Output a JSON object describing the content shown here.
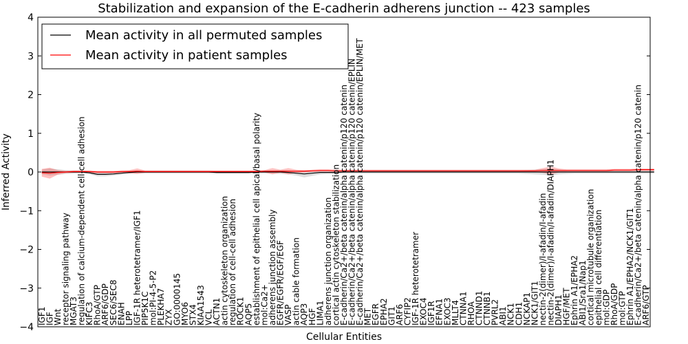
{
  "chart_data": {
    "type": "line",
    "title": "Stabilization and expansion of the E-cadherin adherens junction -- 423 samples",
    "xlabel": "Cellular Entities",
    "ylabel": "Inferred Activity",
    "ylim": [
      -4,
      4
    ],
    "yticks": [
      -4,
      -3,
      -2,
      -1,
      0,
      1,
      2,
      3,
      4
    ],
    "grid": false,
    "legend_position": "top-left",
    "categories": [
      "IGF1",
      "IGF",
      "Wnt",
      "receptor signaling pathway",
      "MGAT3",
      "regulation of calcium-dependent cell-cell adhesion",
      "KIFC3",
      "RhoA/GTP",
      "ARF6/GDP",
      "SEC6/SEC8",
      "ENAH",
      "LPP",
      "IGF-1R heterotetramer/IGF1",
      "PIP5K1C",
      "mol:PI-4-5-P2",
      "PLEKHA7",
      "ZYX",
      "GO:0000145",
      "MYO6",
      "STX4",
      "KIAA1543",
      "VCL",
      "ACTN1",
      "actin cytoskeleton organization",
      "regulation of cell-cell adhesion",
      "ROCK1",
      "AQP5",
      "establishment of epithelial cell apical/basal polarity",
      "mol:Ca2+",
      "adherens junction assembly",
      "EGFR/EGFR/EGF/EGF",
      "VASP",
      "actin cable formation",
      "AQP3",
      "HGF",
      "LIMA1",
      "adherens junction organization",
      "cortical actin cytoskeleton stabilization",
      "E-cadherin/Ca2+/beta catenin/alpha catenin/p120 catenin",
      "E-cadherin/Ca2+/beta catenin/alpha catenin/p120 catenin/EPLIN",
      "E-cadherin/Ca2+/beta catenin/alpha catenin/p120 catenin/EPLIN/MET",
      "MET",
      "EGFR",
      "EPHA2",
      "GIT1",
      "ARF6",
      "CYFIP2",
      "IGF-1R heterotetramer",
      "EXOC4",
      "IGF1R",
      "EFNA1",
      "EXOC3",
      "MLLT4",
      "CTNNA1",
      "RHOA",
      "CTNND1",
      "CTNNB1",
      "PVRL2",
      "ABI1",
      "NCK1",
      "CDH1",
      "NCKAP1",
      "NCK1/GIT1",
      "nectin-2(dimer)/I-afadin/I-afadin",
      "nectin-2(dimer)/I-afadin/I-afadin/DIAPH1",
      "DIAPH1",
      "HGF/MET",
      "Ephrin A1/EPHA2",
      "ABI1/Sra1/Nap1",
      "cortical microtubule organization",
      "epithelial cell differentiation",
      "mol:GDP",
      "RhoA/GDP",
      "mol:GTP",
      "Ephrin A1/EPHA2/NCK1/GIT1",
      "E-cadherin/Ca2+/beta catenin/alpha catenin/p120 catenin",
      "ARF6/GTP"
    ],
    "series": [
      {
        "name": "Mean activity in all permuted samples",
        "color": "#000000",
        "values": [
          0,
          0,
          0,
          0,
          0,
          0,
          -0.02,
          -0.06,
          -0.06,
          -0.05,
          -0.03,
          -0.01,
          0,
          0,
          0,
          0,
          0,
          0,
          0,
          0,
          0,
          0,
          -0.01,
          -0.01,
          -0.01,
          -0.01,
          -0.01,
          0,
          0,
          0,
          0,
          -0.01,
          -0.03,
          -0.05,
          -0.03,
          -0.01,
          -0.01,
          -0.01,
          0,
          0,
          0,
          0,
          0,
          0,
          0,
          0,
          0,
          0,
          0,
          0,
          0,
          0,
          0,
          0,
          0,
          0,
          0,
          0,
          0,
          0,
          0,
          0,
          0,
          0,
          0,
          0,
          0,
          0,
          0,
          0,
          0,
          0,
          0,
          0,
          0,
          0,
          0,
          0
        ],
        "band": [
          0.06,
          0.09,
          0.07,
          0.05,
          0.04,
          0.04,
          0.04,
          0.05,
          0.05,
          0.04,
          0.04,
          0.04,
          0.04,
          0.04,
          0.04,
          0.04,
          0.04,
          0.04,
          0.04,
          0.04,
          0.04,
          0.04,
          0.04,
          0.04,
          0.04,
          0.04,
          0.04,
          0.04,
          0.04,
          0.04,
          0.05,
          0.05,
          0.06,
          0.09,
          0.07,
          0.05,
          0.04,
          0.04,
          0.04,
          0.04,
          0.04,
          0.04,
          0.04,
          0.04,
          0.04,
          0.04,
          0.04,
          0.04,
          0.04,
          0.04,
          0.04,
          0.04,
          0.04,
          0.04,
          0.04,
          0.04,
          0.04,
          0.04,
          0.04,
          0.04,
          0.04,
          0.05,
          0.06,
          0.07,
          0.09,
          0.06,
          0.05,
          0.04,
          0.04,
          0.04,
          0.04,
          0.04,
          0.04,
          0.04,
          0.04,
          0.04,
          0.04,
          0.04
        ]
      },
      {
        "name": "Mean activity in patient samples",
        "color": "#ff0000",
        "values": [
          -0.02,
          -0.03,
          -0.01,
          0,
          0.01,
          0.01,
          0.01,
          0,
          0,
          0,
          0.01,
          0.01,
          0.02,
          0.01,
          0.01,
          0.01,
          0.01,
          0.01,
          0.01,
          0.01,
          0.01,
          0.01,
          0.01,
          0.01,
          0.01,
          0.01,
          0.01,
          0.01,
          0.02,
          0.02,
          0.02,
          0.02,
          0.02,
          0.02,
          0.03,
          0.04,
          0.04,
          0.03,
          0.03,
          0.03,
          0.03,
          0.03,
          0.03,
          0.03,
          0.03,
          0.03,
          0.03,
          0.03,
          0.03,
          0.03,
          0.03,
          0.03,
          0.03,
          0.03,
          0.03,
          0.03,
          0.03,
          0.03,
          0.03,
          0.03,
          0.03,
          0.03,
          0.03,
          0.04,
          0.04,
          0.04,
          0.04,
          0.04,
          0.04,
          0.04,
          0.04,
          0.04,
          0.05,
          0.05,
          0.05,
          0.06,
          0.06,
          0.06
        ],
        "band": [
          0.1,
          0.14,
          0.06,
          0.03,
          0.03,
          0.03,
          0.03,
          0.03,
          0.03,
          0.03,
          0.03,
          0.04,
          0.07,
          0.03,
          0.03,
          0.03,
          0.03,
          0.03,
          0.03,
          0.03,
          0.03,
          0.03,
          0.03,
          0.03,
          0.03,
          0.03,
          0.03,
          0.03,
          0.03,
          0.08,
          0.04,
          0.08,
          0.04,
          0.03,
          0.03,
          0.03,
          0.03,
          0.03,
          0.03,
          0.03,
          0.03,
          0.03,
          0.03,
          0.03,
          0.03,
          0.03,
          0.03,
          0.03,
          0.03,
          0.03,
          0.03,
          0.03,
          0.03,
          0.03,
          0.03,
          0.03,
          0.03,
          0.03,
          0.03,
          0.03,
          0.03,
          0.03,
          0.03,
          0.06,
          0.1,
          0.05,
          0.03,
          0.03,
          0.03,
          0.03,
          0.03,
          0.03,
          0.03,
          0.03,
          0.03,
          0.03,
          0.03,
          0.03
        ]
      }
    ]
  }
}
